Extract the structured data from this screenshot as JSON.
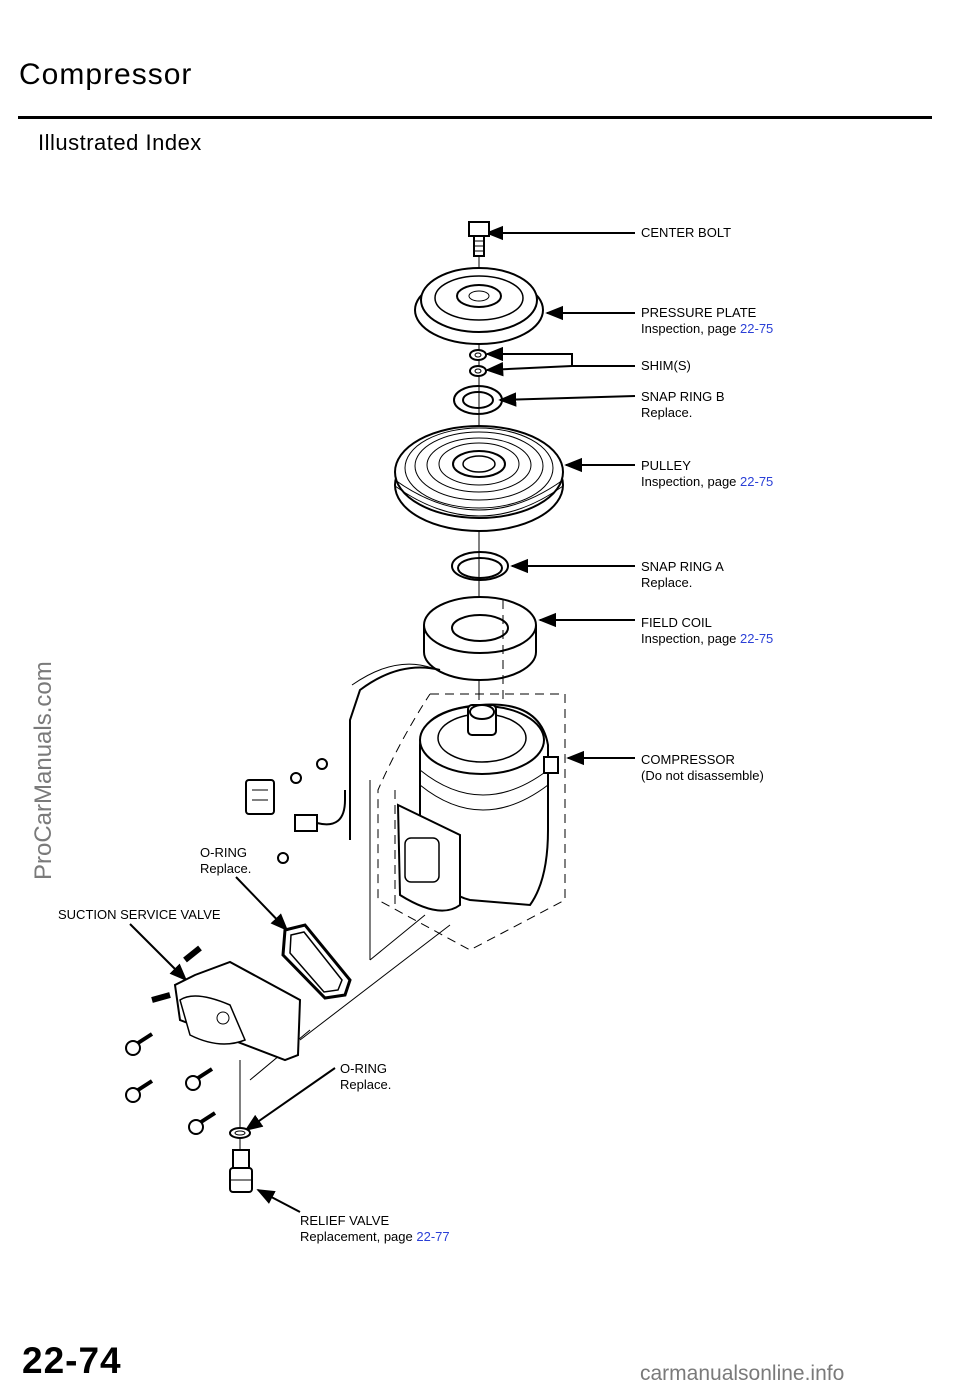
{
  "header": {
    "title": "Compressor",
    "subtitle": "Illustrated Index"
  },
  "callouts": {
    "center_bolt": {
      "name": "CENTER BOLT"
    },
    "pressure_plate": {
      "name": "PRESSURE PLATE",
      "note": "Inspection,  page",
      "ref": "22-75"
    },
    "shims": {
      "name": "SHIM(S)"
    },
    "snap_ring_b": {
      "name": "SNAP RING B",
      "note": "Replace."
    },
    "pulley": {
      "name": "PULLEY",
      "note": "Inspection,  page",
      "ref": "22-75"
    },
    "snap_ring_a": {
      "name": "SNAP RING A",
      "note": "Replace."
    },
    "field_coil": {
      "name": "FIELD COIL",
      "note": "Inspection, page",
      "ref": "22-75"
    },
    "compressor": {
      "name": "COMPRESSOR",
      "note": "(Do  not  disassemble)"
    },
    "o_ring_upper": {
      "name": "O-RING",
      "note": "Replace."
    },
    "suction_service_valve": {
      "name": "SUCTION  SERVICE  VALVE"
    },
    "o_ring_lower": {
      "name": "O-RING",
      "note": "Replace."
    },
    "relief_valve": {
      "name": "RELIEF VALVE",
      "note": "Replacement,  page",
      "ref": "22-77"
    }
  },
  "footer": {
    "page_number": "22-74",
    "watermark_side": "ProCarManuals.com",
    "watermark_bottom": "carmanualsonline.info"
  },
  "colors": {
    "link": "#2a3fd6",
    "watermark": "#7a7a7a"
  }
}
